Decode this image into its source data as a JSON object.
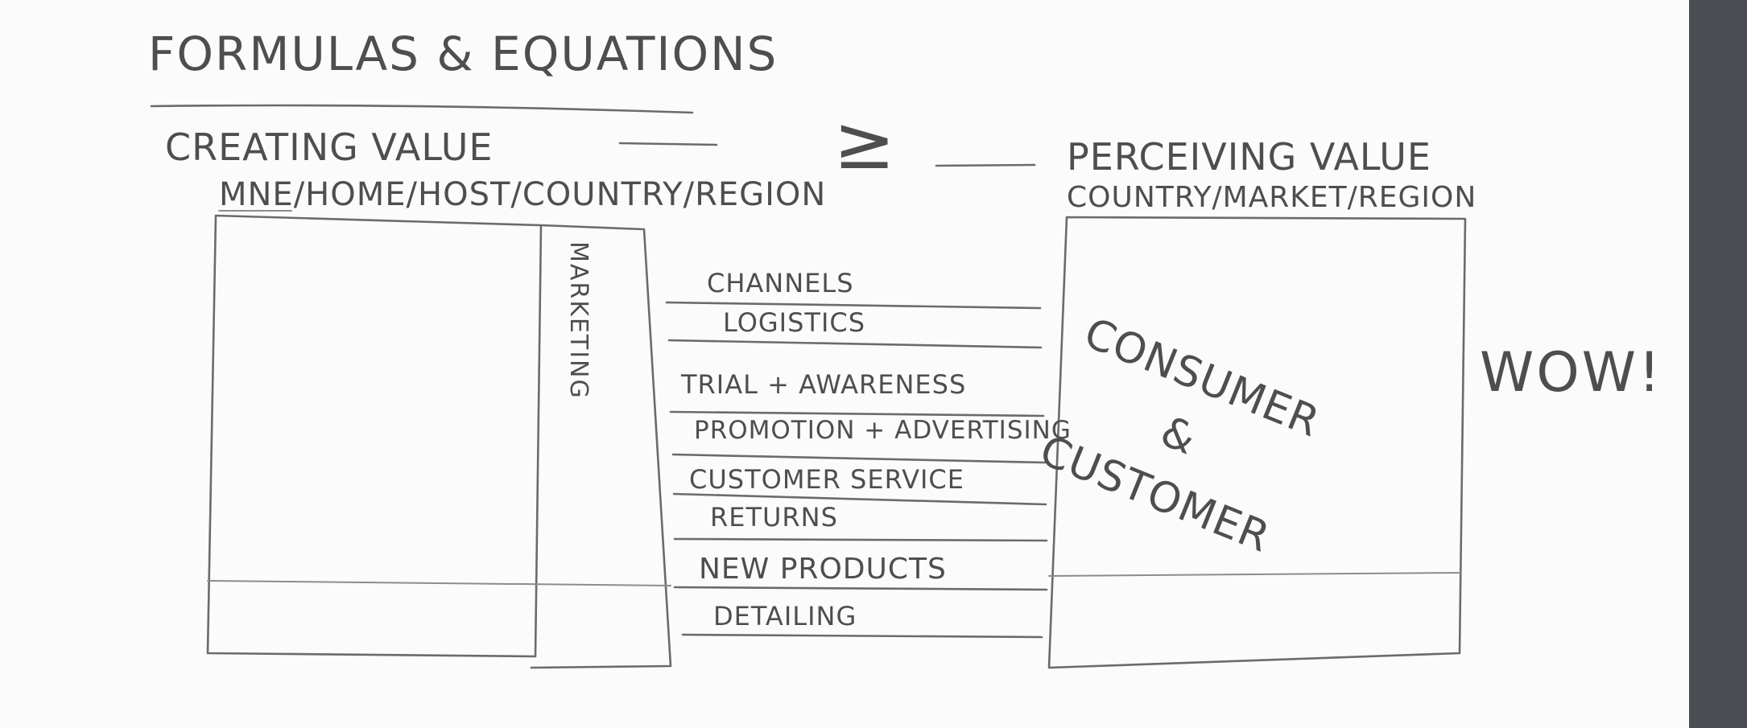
{
  "title": "FORMULAS & EQUATIONS",
  "left": {
    "heading": "CREATING VALUE",
    "subheading": "MNE/HOME/HOST/COUNTRY/REGION",
    "marketing_label": "MARKETING"
  },
  "relation_symbol": "≥",
  "right": {
    "heading": "PERCEIVING VALUE",
    "subheading": "COUNTRY/MARKET/REGION",
    "customer_label": "CONSUMER & CUSTOMER"
  },
  "activities": [
    "CHANNELS",
    "LOGISTICS",
    "TRIAL + AWARENESS",
    "PROMOTION + ADVERTISING",
    "CUSTOMER SERVICE",
    "RETURNS",
    "NEW PRODUCTS",
    "DETAILING"
  ],
  "exclamation": "WOW!"
}
